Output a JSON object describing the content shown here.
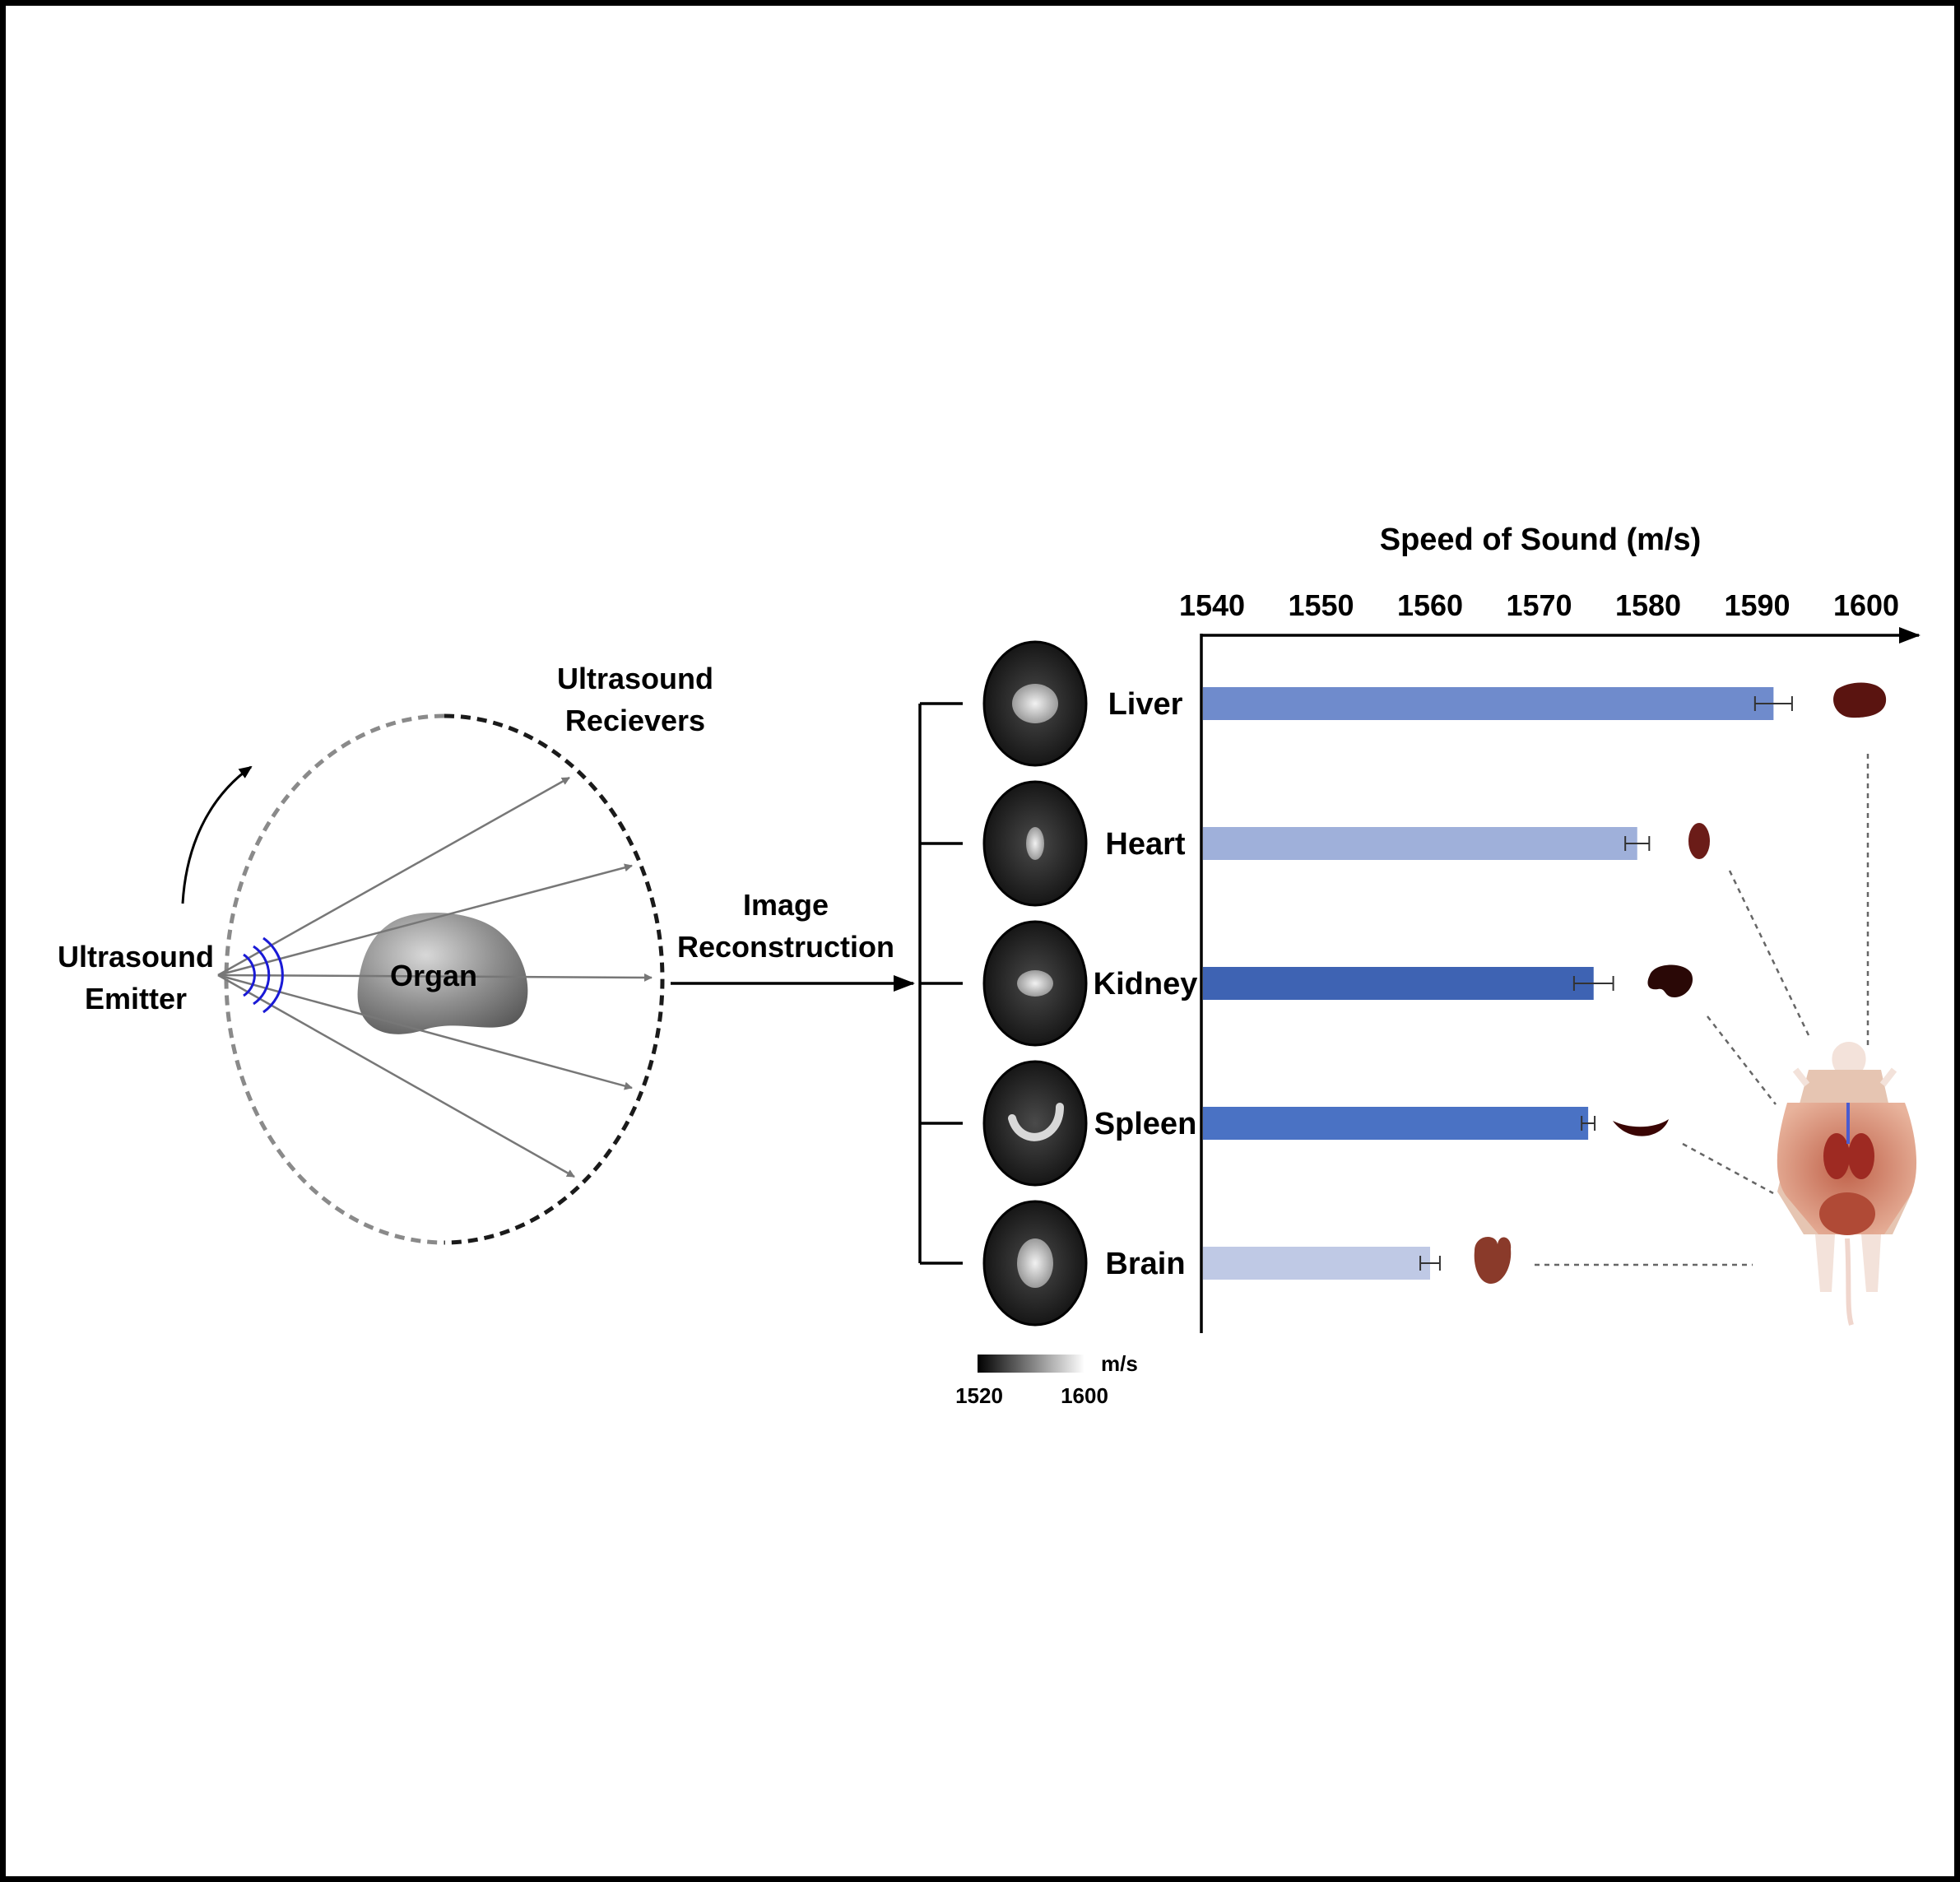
{
  "emitter": {
    "line1": "Ultrasound",
    "line2": "Emitter"
  },
  "receivers": {
    "line1": "Ultrasound",
    "line2": "Recievers"
  },
  "organ_label": "Organ",
  "reconstruction": {
    "line1": "Image",
    "line2": "Reconstruction"
  },
  "colorbar": {
    "unit": "m/s",
    "min": "1520",
    "max": "1600"
  },
  "chart_data": {
    "type": "bar",
    "orientation": "horizontal",
    "title": "Speed of Sound (m/s)",
    "categories": [
      "Liver",
      "Heart",
      "Kidney",
      "Spleen",
      "Brain"
    ],
    "values": [
      1591.5,
      1579.0,
      1575.0,
      1574.5,
      1560.0
    ],
    "errors": [
      1.7,
      1.1,
      1.8,
      0.6,
      0.9
    ],
    "xlim": [
      1540,
      1605
    ],
    "xticks": [
      "1540",
      "1550",
      "1560",
      "1570",
      "1580",
      "1590",
      "1600"
    ],
    "colors": [
      "#6f8bcc",
      "#9fb0da",
      "#3e63b3",
      "#4a72c4",
      "#bfc9e5"
    ]
  }
}
